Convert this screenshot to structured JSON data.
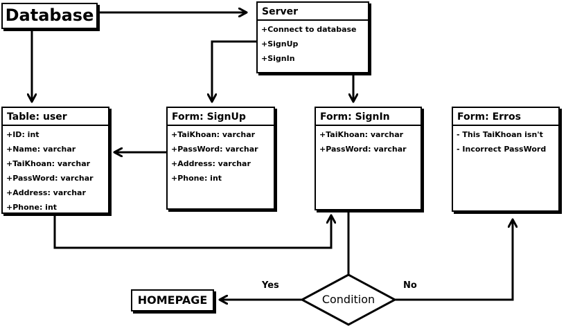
{
  "nodes": {
    "database": {
      "label": "Database"
    },
    "server": {
      "title": "Server",
      "items": [
        "+Connect to database",
        "+SignUp",
        "+SignIn"
      ]
    },
    "table_user": {
      "title": "Table: user",
      "fields": [
        "+ID: int",
        "+Name: varchar",
        "+TaiKhoan: varchar",
        "+PassWord: varchar",
        "+Address: varchar",
        "+Phone: int"
      ]
    },
    "form_signup": {
      "title": "Form: SignUp",
      "fields": [
        "+TaiKhoan: varchar",
        "+PassWord: varchar",
        "+Address: varchar",
        "+Phone: int"
      ]
    },
    "form_signin": {
      "title": "Form: SignIn",
      "fields": [
        "+TaiKhoan: varchar",
        "+PassWord: varchar"
      ]
    },
    "form_erros": {
      "title": "Form: Erros",
      "fields": [
        "- This TaiKhoan isn't",
        "- Incorrect PassWord"
      ]
    },
    "condition": {
      "label": "Condition"
    },
    "homepage": {
      "label": "HOMEPAGE"
    }
  },
  "edge_labels": {
    "yes": "Yes",
    "no": "No"
  }
}
